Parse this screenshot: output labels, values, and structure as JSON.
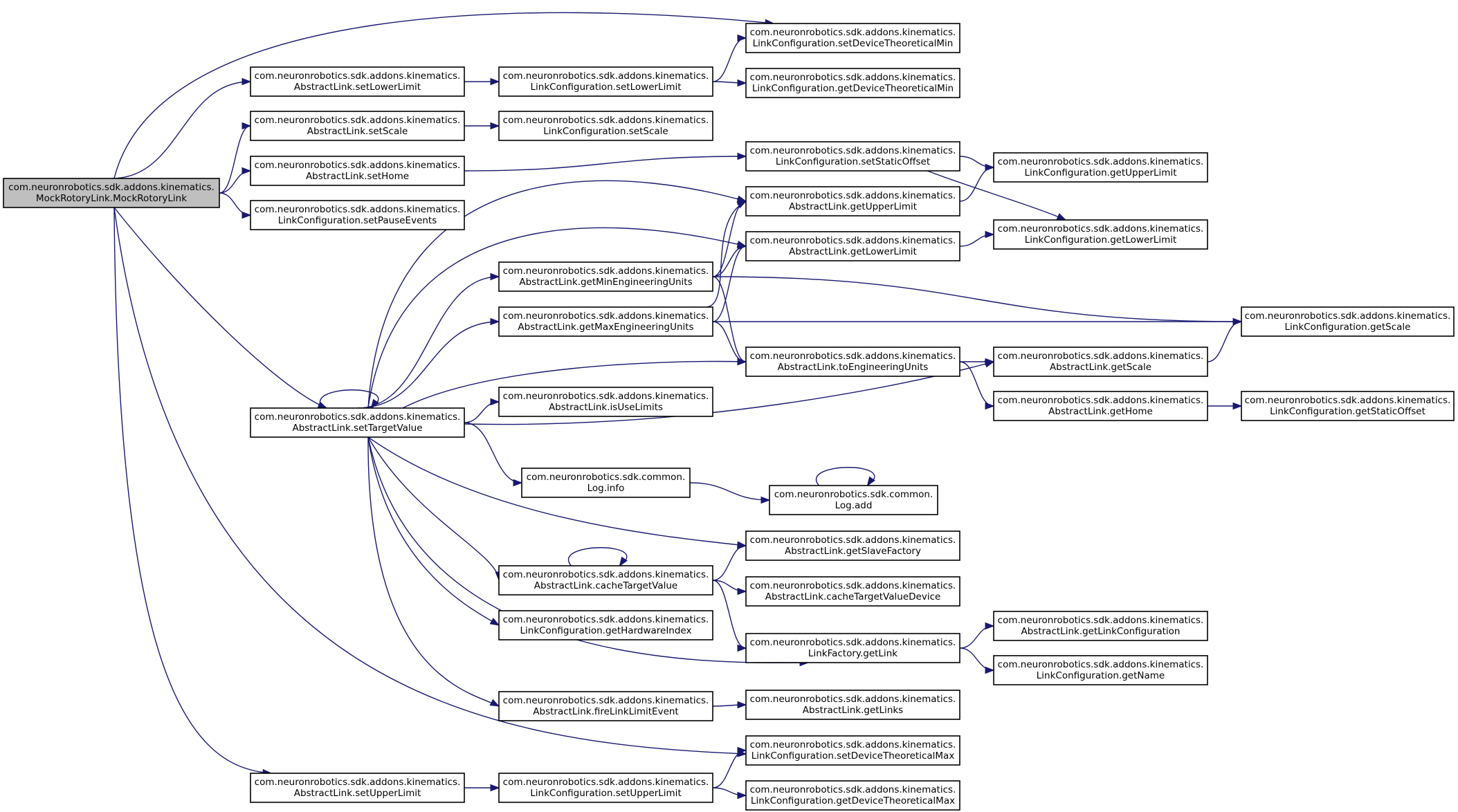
{
  "colors": {
    "edge": "#191970",
    "root_fill": "#bfbfbf",
    "node_fill": "#ffffff",
    "node_border": "#000000"
  },
  "nodes": [
    {
      "id": "root",
      "line1": "com.neuronrobotics.sdk.addons.kinematics.",
      "line2": "MockRotoryLink.MockRotoryLink"
    },
    {
      "id": "al_setLowerLimit",
      "line1": "com.neuronrobotics.sdk.addons.kinematics.",
      "line2": "AbstractLink.setLowerLimit"
    },
    {
      "id": "al_setScale",
      "line1": "com.neuronrobotics.sdk.addons.kinematics.",
      "line2": "AbstractLink.setScale"
    },
    {
      "id": "al_setHome",
      "line1": "com.neuronrobotics.sdk.addons.kinematics.",
      "line2": "AbstractLink.setHome"
    },
    {
      "id": "lc_setPauseEvents",
      "line1": "com.neuronrobotics.sdk.addons.kinematics.",
      "line2": "LinkConfiguration.setPauseEvents"
    },
    {
      "id": "al_setTargetValue",
      "line1": "com.neuronrobotics.sdk.addons.kinematics.",
      "line2": "AbstractLink.setTargetValue"
    },
    {
      "id": "al_setUpperLimit",
      "line1": "com.neuronrobotics.sdk.addons.kinematics.",
      "line2": "AbstractLink.setUpperLimit"
    },
    {
      "id": "lc_setLowerLimit",
      "line1": "com.neuronrobotics.sdk.addons.kinematics.",
      "line2": "LinkConfiguration.setLowerLimit"
    },
    {
      "id": "lc_setScale",
      "line1": "com.neuronrobotics.sdk.addons.kinematics.",
      "line2": "LinkConfiguration.setScale"
    },
    {
      "id": "al_getMinEU",
      "line1": "com.neuronrobotics.sdk.addons.kinematics.",
      "line2": "AbstractLink.getMinEngineeringUnits"
    },
    {
      "id": "al_getMaxEU",
      "line1": "com.neuronrobotics.sdk.addons.kinematics.",
      "line2": "AbstractLink.getMaxEngineeringUnits"
    },
    {
      "id": "al_isUseLimits",
      "line1": "com.neuronrobotics.sdk.addons.kinematics.",
      "line2": "AbstractLink.isUseLimits"
    },
    {
      "id": "log_info",
      "line1": "com.neuronrobotics.sdk.common.",
      "line2": "Log.info"
    },
    {
      "id": "al_cacheTargetValue",
      "line1": "com.neuronrobotics.sdk.addons.kinematics.",
      "line2": "AbstractLink.cacheTargetValue"
    },
    {
      "id": "lc_getHardwareIndex",
      "line1": "com.neuronrobotics.sdk.addons.kinematics.",
      "line2": "LinkConfiguration.getHardwareIndex"
    },
    {
      "id": "al_fireLinkLimitEvent",
      "line1": "com.neuronrobotics.sdk.addons.kinematics.",
      "line2": "AbstractLink.fireLinkLimitEvent"
    },
    {
      "id": "lc_setUpperLimit",
      "line1": "com.neuronrobotics.sdk.addons.kinematics.",
      "line2": "LinkConfiguration.setUpperLimit"
    },
    {
      "id": "lc_setDevTheoMin",
      "line1": "com.neuronrobotics.sdk.addons.kinematics.",
      "line2": "LinkConfiguration.setDeviceTheoreticalMin"
    },
    {
      "id": "lc_getDevTheoMin",
      "line1": "com.neuronrobotics.sdk.addons.kinematics.",
      "line2": "LinkConfiguration.getDeviceTheoreticalMin"
    },
    {
      "id": "lc_setStaticOffset",
      "line1": "com.neuronrobotics.sdk.addons.kinematics.",
      "line2": "LinkConfiguration.setStaticOffset"
    },
    {
      "id": "al_getUpperLimit",
      "line1": "com.neuronrobotics.sdk.addons.kinematics.",
      "line2": "AbstractLink.getUpperLimit"
    },
    {
      "id": "al_getLowerLimit",
      "line1": "com.neuronrobotics.sdk.addons.kinematics.",
      "line2": "AbstractLink.getLowerLimit"
    },
    {
      "id": "al_toEU",
      "line1": "com.neuronrobotics.sdk.addons.kinematics.",
      "line2": "AbstractLink.toEngineeringUnits"
    },
    {
      "id": "log_add",
      "line1": "com.neuronrobotics.sdk.common.",
      "line2": "Log.add"
    },
    {
      "id": "al_getSlaveFactory",
      "line1": "com.neuronrobotics.sdk.addons.kinematics.",
      "line2": "AbstractLink.getSlaveFactory"
    },
    {
      "id": "al_cacheTVDevice",
      "line1": "com.neuronrobotics.sdk.addons.kinematics.",
      "line2": "AbstractLink.cacheTargetValueDevice"
    },
    {
      "id": "lf_getLink",
      "line1": "com.neuronrobotics.sdk.addons.kinematics.",
      "line2": "LinkFactory.getLink"
    },
    {
      "id": "al_getLinks",
      "line1": "com.neuronrobotics.sdk.addons.kinematics.",
      "line2": "AbstractLink.getLinks"
    },
    {
      "id": "lc_setDevTheoMax",
      "line1": "com.neuronrobotics.sdk.addons.kinematics.",
      "line2": "LinkConfiguration.setDeviceTheoreticalMax"
    },
    {
      "id": "lc_getDevTheoMax",
      "line1": "com.neuronrobotics.sdk.addons.kinematics.",
      "line2": "LinkConfiguration.getDeviceTheoreticalMax"
    },
    {
      "id": "lc_getUpperLimit",
      "line1": "com.neuronrobotics.sdk.addons.kinematics.",
      "line2": "LinkConfiguration.getUpperLimit"
    },
    {
      "id": "lc_getLowerLimit",
      "line1": "com.neuronrobotics.sdk.addons.kinematics.",
      "line2": "LinkConfiguration.getLowerLimit"
    },
    {
      "id": "al_getScale",
      "line1": "com.neuronrobotics.sdk.addons.kinematics.",
      "line2": "AbstractLink.getScale"
    },
    {
      "id": "al_getHome",
      "line1": "com.neuronrobotics.sdk.addons.kinematics.",
      "line2": "AbstractLink.getHome"
    },
    {
      "id": "al_getLinkConfiguration",
      "line1": "com.neuronrobotics.sdk.addons.kinematics.",
      "line2": "AbstractLink.getLinkConfiguration"
    },
    {
      "id": "lc_getName",
      "line1": "com.neuronrobotics.sdk.addons.kinematics.",
      "line2": "LinkConfiguration.getName"
    },
    {
      "id": "lc_getScale",
      "line1": "com.neuronrobotics.sdk.addons.kinematics.",
      "line2": "LinkConfiguration.getScale"
    },
    {
      "id": "lc_getStaticOffset",
      "line1": "com.neuronrobotics.sdk.addons.kinematics.",
      "line2": "LinkConfiguration.getStaticOffset"
    }
  ],
  "edges": [
    {
      "from": "root",
      "to": "lc_setDevTheoMin"
    },
    {
      "from": "root",
      "to": "al_setLowerLimit"
    },
    {
      "from": "root",
      "to": "al_setScale"
    },
    {
      "from": "root",
      "to": "al_setHome"
    },
    {
      "from": "root",
      "to": "lc_setPauseEvents"
    },
    {
      "from": "root",
      "to": "al_setTargetValue"
    },
    {
      "from": "root",
      "to": "lc_setDevTheoMax"
    },
    {
      "from": "root",
      "to": "al_setUpperLimit"
    },
    {
      "from": "al_setLowerLimit",
      "to": "lc_setLowerLimit"
    },
    {
      "from": "lc_setLowerLimit",
      "to": "lc_setDevTheoMin"
    },
    {
      "from": "lc_setLowerLimit",
      "to": "lc_getDevTheoMin"
    },
    {
      "from": "al_setScale",
      "to": "lc_setScale"
    },
    {
      "from": "al_setHome",
      "to": "lc_setStaticOffset"
    },
    {
      "from": "lc_setStaticOffset",
      "to": "lc_getUpperLimit"
    },
    {
      "from": "lc_setStaticOffset",
      "to": "lc_getLowerLimit"
    },
    {
      "from": "al_setTargetValue",
      "to": "al_setTargetValue"
    },
    {
      "from": "al_setTargetValue",
      "to": "al_getUpperLimit"
    },
    {
      "from": "al_setTargetValue",
      "to": "al_getLowerLimit"
    },
    {
      "from": "al_setTargetValue",
      "to": "al_getMinEU"
    },
    {
      "from": "al_setTargetValue",
      "to": "al_getMaxEU"
    },
    {
      "from": "al_setTargetValue",
      "to": "al_toEU"
    },
    {
      "from": "al_setTargetValue",
      "to": "al_isUseLimits"
    },
    {
      "from": "al_setTargetValue",
      "to": "al_getScale"
    },
    {
      "from": "al_setTargetValue",
      "to": "log_info"
    },
    {
      "from": "al_setTargetValue",
      "to": "al_getSlaveFactory"
    },
    {
      "from": "al_setTargetValue",
      "to": "al_cacheTargetValue"
    },
    {
      "from": "al_setTargetValue",
      "to": "lc_getHardwareIndex"
    },
    {
      "from": "al_setTargetValue",
      "to": "lf_getLink"
    },
    {
      "from": "al_setTargetValue",
      "to": "al_fireLinkLimitEvent"
    },
    {
      "from": "al_getMinEU",
      "to": "al_getUpperLimit"
    },
    {
      "from": "al_getMinEU",
      "to": "al_getLowerLimit"
    },
    {
      "from": "al_getMinEU",
      "to": "lc_getScale"
    },
    {
      "from": "al_getMinEU",
      "to": "al_toEU"
    },
    {
      "from": "al_getMaxEU",
      "to": "al_getUpperLimit"
    },
    {
      "from": "al_getMaxEU",
      "to": "al_getLowerLimit"
    },
    {
      "from": "al_getMaxEU",
      "to": "lc_getScale"
    },
    {
      "from": "al_getMaxEU",
      "to": "al_toEU"
    },
    {
      "from": "al_getUpperLimit",
      "to": "lc_getUpperLimit"
    },
    {
      "from": "al_getLowerLimit",
      "to": "lc_getLowerLimit"
    },
    {
      "from": "al_toEU",
      "to": "al_getScale"
    },
    {
      "from": "al_toEU",
      "to": "al_getHome"
    },
    {
      "from": "al_getScale",
      "to": "lc_getScale"
    },
    {
      "from": "al_getHome",
      "to": "lc_getStaticOffset"
    },
    {
      "from": "log_info",
      "to": "log_add"
    },
    {
      "from": "log_add",
      "to": "log_add"
    },
    {
      "from": "al_cacheTargetValue",
      "to": "al_cacheTargetValue"
    },
    {
      "from": "al_cacheTargetValue",
      "to": "al_getSlaveFactory"
    },
    {
      "from": "al_cacheTargetValue",
      "to": "al_cacheTVDevice"
    },
    {
      "from": "al_cacheTargetValue",
      "to": "lf_getLink"
    },
    {
      "from": "lf_getLink",
      "to": "al_getLinkConfiguration"
    },
    {
      "from": "lf_getLink",
      "to": "lc_getName"
    },
    {
      "from": "al_fireLinkLimitEvent",
      "to": "al_getLinks"
    },
    {
      "from": "al_setUpperLimit",
      "to": "lc_setUpperLimit"
    },
    {
      "from": "lc_setUpperLimit",
      "to": "lc_setDevTheoMax"
    },
    {
      "from": "lc_setUpperLimit",
      "to": "lc_getDevTheoMax"
    }
  ]
}
